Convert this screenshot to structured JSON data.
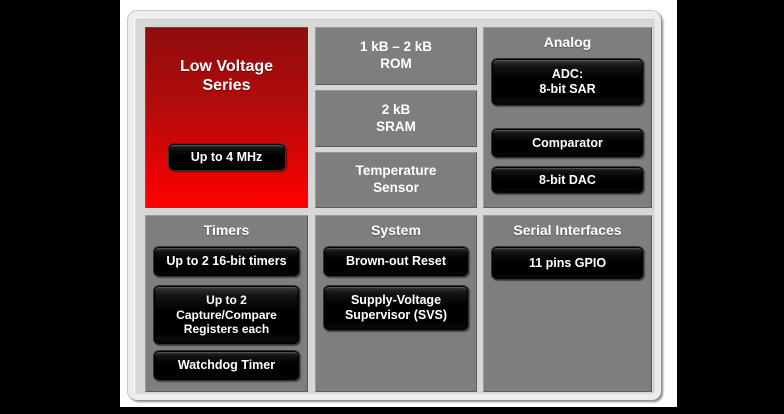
{
  "colors": {
    "background": "#000000",
    "slide_bg": "#ffffff",
    "frame_bg": "#d7d7d7",
    "panel_gray": "#7d7e7e",
    "red_top": "#8e0d0d",
    "red_bottom": "#ff0000",
    "button_black": "#000000",
    "text": "#ffffff"
  },
  "diagram": {
    "core": {
      "title": "Low Voltage\nSeries",
      "speed_button": "Up to 4 MHz"
    },
    "memory": {
      "rom": "1 kB – 2 kB\nROM",
      "sram": "2 kB\nSRAM",
      "temp_sensor": "Temperature\nSensor"
    },
    "analog": {
      "title": "Analog",
      "adc": "ADC:\n8-bit SAR",
      "comparator": "Comparator",
      "dac": "8-bit DAC"
    },
    "timers": {
      "title": "Timers",
      "timers16": "Up to 2 16-bit timers",
      "capture_compare": "Up to 2\nCapture/Compare\nRegisters each",
      "watchdog": "Watchdog Timer"
    },
    "system": {
      "title": "System",
      "brownout": "Brown-out Reset",
      "svs": "Supply-Voltage\nSupervisor (SVS)"
    },
    "serial": {
      "title": "Serial Interfaces",
      "gpio": "11 pins GPIO"
    }
  }
}
